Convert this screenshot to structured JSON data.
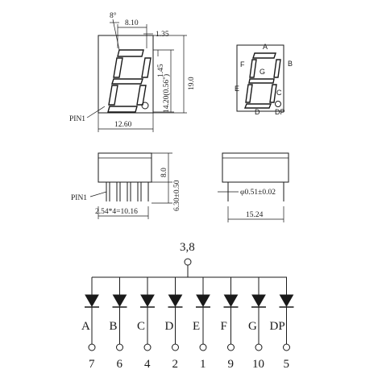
{
  "top_view": {
    "dims": {
      "angle": "8°",
      "width_top": "8.10",
      "seg_width": "1.35",
      "height_seg": "1.45",
      "digit_height": "14.20(0.56\")",
      "body_height": "19.0",
      "body_width": "12.60"
    },
    "pin1_label": "PIN1"
  },
  "segment_view": {
    "labels": {
      "a": "A",
      "b": "B",
      "c": "C",
      "d": "D",
      "e": "E",
      "f": "F",
      "g": "G",
      "dp": "DP"
    }
  },
  "side_view": {
    "dims": {
      "depth": "8.0",
      "pin_length": "6.30±0.50",
      "pitch": "2.54*4=10.16"
    },
    "pin1_label": "PIN1"
  },
  "end_view": {
    "dims": {
      "pin_diameter": "φ0.51±0.02",
      "row_spacing": "15.24"
    }
  },
  "schematic": {
    "common_pins": "3,8",
    "segments": [
      {
        "label": "A",
        "pin": "7"
      },
      {
        "label": "B",
        "pin": "6"
      },
      {
        "label": "C",
        "pin": "4"
      },
      {
        "label": "D",
        "pin": "2"
      },
      {
        "label": "E",
        "pin": "1"
      },
      {
        "label": "F",
        "pin": "9"
      },
      {
        "label": "G",
        "pin": "10"
      },
      {
        "label": "DP",
        "pin": "5"
      }
    ]
  }
}
